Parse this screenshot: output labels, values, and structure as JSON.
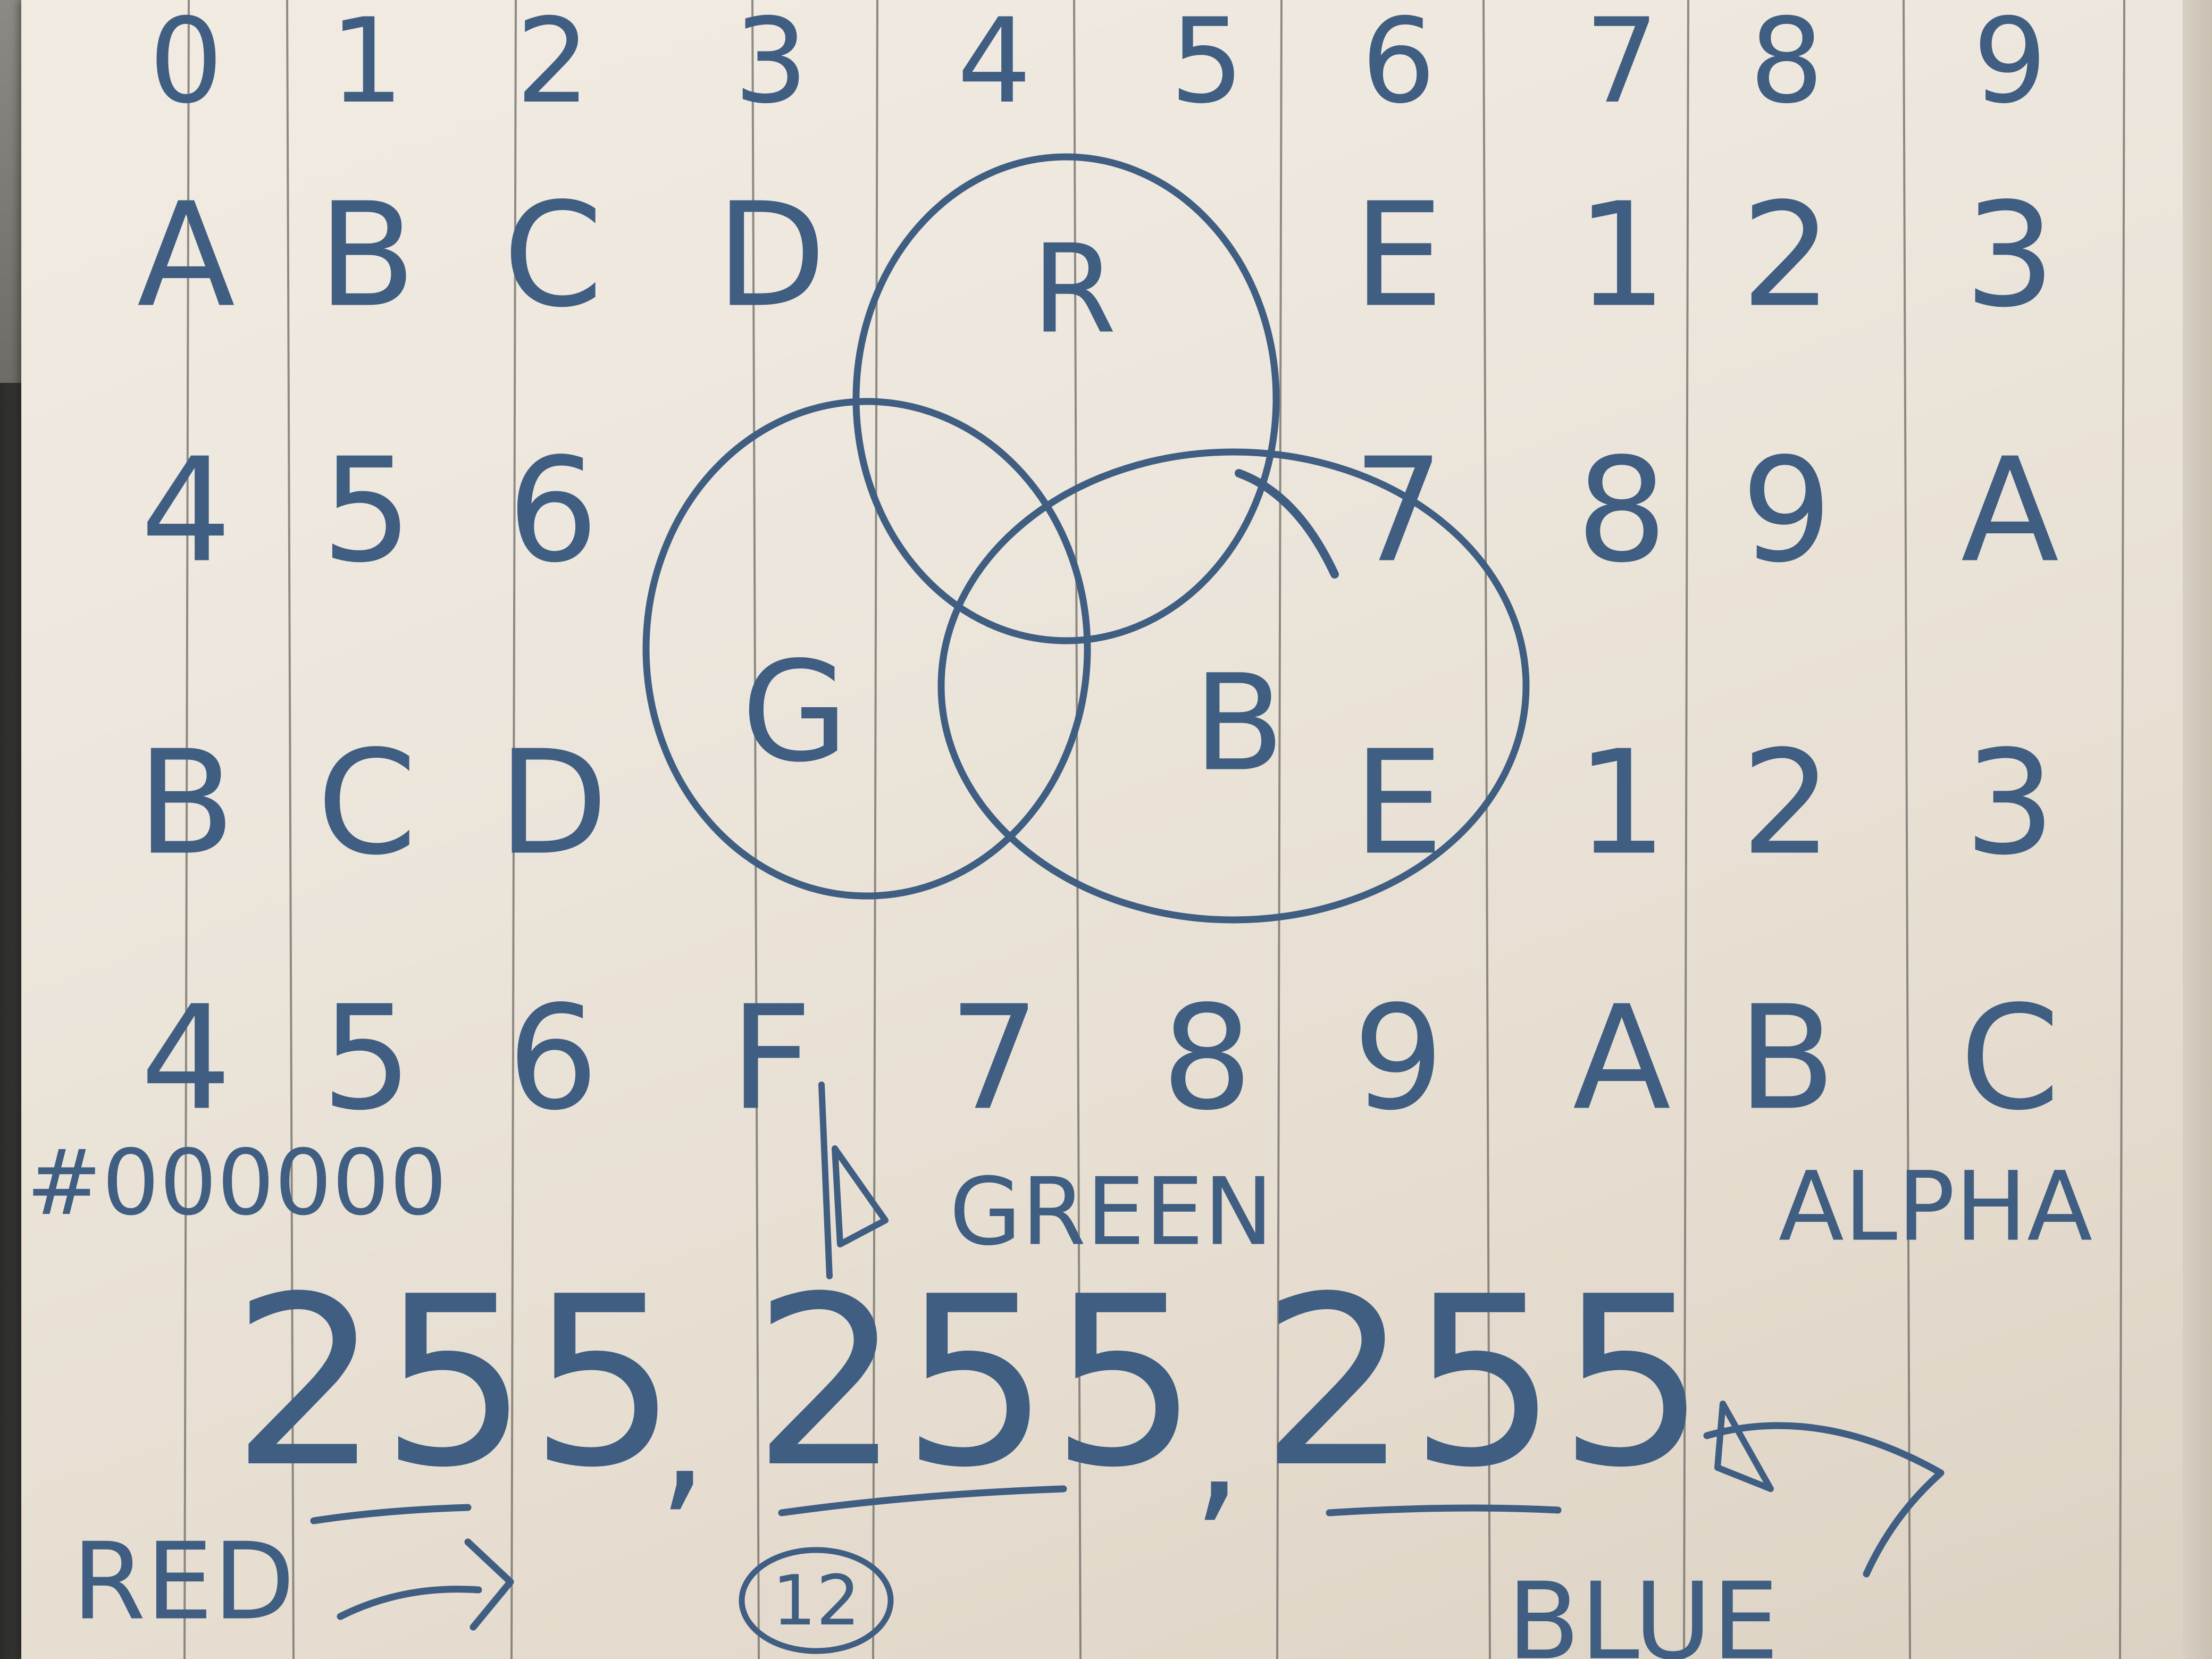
{
  "grid": {
    "rows": [
      [
        "0",
        "1",
        "2",
        "3",
        "4",
        "5",
        "6",
        "7",
        "8",
        "9"
      ],
      [
        "A",
        "B",
        "C",
        "D",
        "",
        "",
        "E",
        "1",
        "2",
        "3"
      ],
      [
        "4",
        "5",
        "6",
        "",
        "",
        "",
        "7",
        "8",
        "9",
        "A"
      ],
      [
        "B",
        "C",
        "D",
        "",
        "",
        "",
        "E",
        "1",
        "2",
        "3"
      ],
      [
        "4",
        "5",
        "6",
        "F",
        "7",
        "8",
        "9",
        "A",
        "B",
        "C"
      ]
    ]
  },
  "venn": {
    "red_label": "R",
    "green_label": "G",
    "blue_label": "B"
  },
  "labels": {
    "hex": "#000000",
    "green": "GREEN",
    "alpha": "ALPHA",
    "red": "RED",
    "blue": "BLUE",
    "circled_number": "12"
  },
  "rgb_value": {
    "red": "255",
    "sep1": ",",
    "green": "255",
    "sep2": ",",
    "blue": "255"
  },
  "ink_color": "#3f5e82"
}
